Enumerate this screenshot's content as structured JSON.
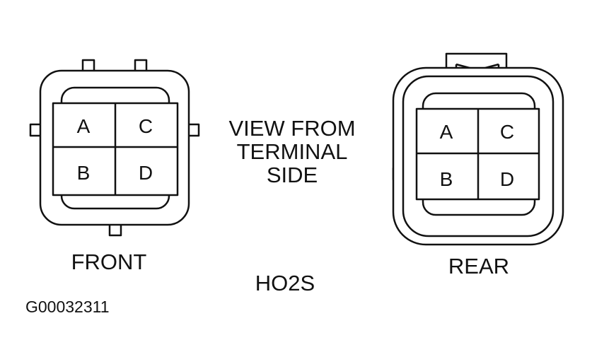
{
  "diagram": {
    "center_caption": [
      "VIEW FROM",
      "TERMINAL",
      "SIDE"
    ],
    "component_label": "HO2S",
    "figure_id": "G00032311",
    "front": {
      "label": "FRONT",
      "pins": [
        "A",
        "C",
        "B",
        "D"
      ]
    },
    "rear": {
      "label": "REAR",
      "pins": [
        "A",
        "C",
        "B",
        "D"
      ]
    }
  },
  "colors": {
    "line": "#111111",
    "background": "#ffffff"
  }
}
